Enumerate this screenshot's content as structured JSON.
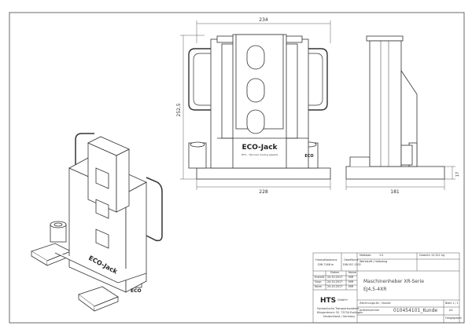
{
  "dimensions": {
    "front_width_top": "234",
    "front_height": "252,5",
    "front_width_bottom": "228",
    "side_width": "181",
    "side_base_height": "17"
  },
  "product": {
    "logo_text": "ECO-Jack",
    "tagline": "HTS... the load moving experts",
    "base_label": "ECO"
  },
  "title_block": {
    "general_tolerance": "Freimaßtoleranz",
    "tolerance_std": "DIN 7168 m",
    "surface_label": "Oberfläche",
    "surface_std": "DIN ISO 1302",
    "edge_label": "Werkstoff / Halbzeug",
    "scale_label": "Maßstab",
    "scale_value": "1:2",
    "weight_label": "Gewicht",
    "weight_value": "13,321 kg",
    "date_header": "Datum",
    "name_header": "Name",
    "row_labels": [
      "Erstellt",
      "Gepr.",
      "Norm"
    ],
    "dates": [
      "24.10.2017",
      "24.10.2017",
      "24.10.2017"
    ],
    "names": [
      "MiR",
      "MiR",
      "MiR"
    ],
    "title_line1": "Maschinenheber XR-Serie",
    "title_line2": "EJ4,5-4XR",
    "drawing_no_label": "Zeichnungs-Nr. / Kunde",
    "sheet_label": "Blatt 1 / 1",
    "article_label": "Artikelnummer",
    "article_value": "010454101_Kunde",
    "format": "A3",
    "release": "Freigegeben",
    "company_logo": "HTS",
    "company_suffix": "GmbH+",
    "company_line1": "Hydraulische Transportsysteme",
    "company_line2": "Klingenbrunn 32, 73734 Esslingen",
    "company_line3": "Deutschland / Germany"
  },
  "colors": {
    "line": "#333333",
    "thin": "#666666",
    "fill": "#ffffff"
  }
}
